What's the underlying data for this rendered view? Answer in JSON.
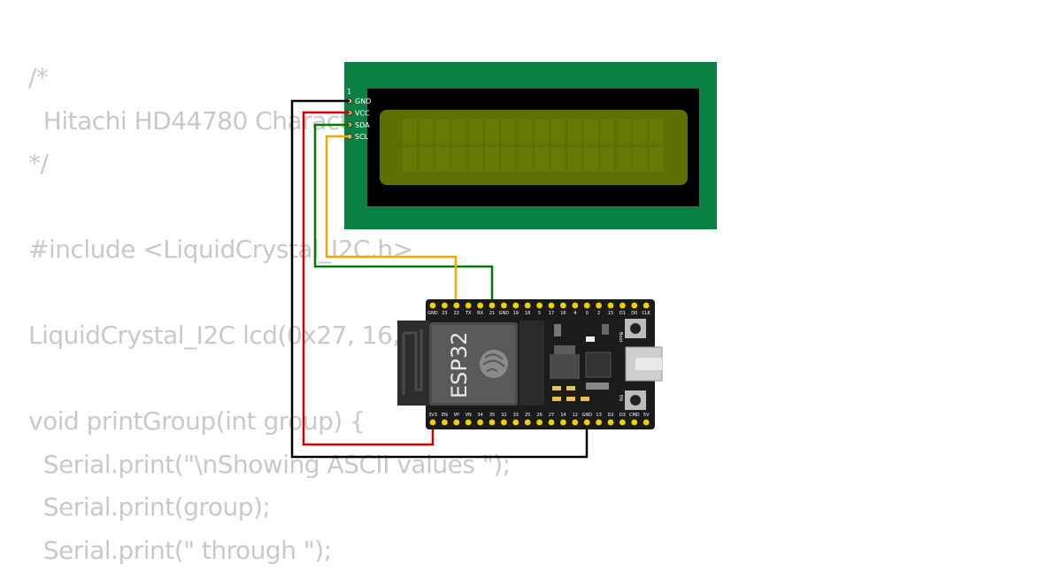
{
  "code_lines": [
    "/*",
    "  Hitachi HD44780 Character LCD Demo",
    "*/",
    "",
    "#include <LiquidCrystal_I2C.h>",
    "",
    "LiquidCrystal_I2C lcd(0x27, 16, 2);",
    "",
    "void printGroup(int group) {",
    "  Serial.print(\"\\nShowing ASCII values \");",
    "  Serial.print(group);",
    "  Serial.print(\" through \");"
  ],
  "lcd": {
    "pin1_label": "1",
    "pins": [
      "GND",
      "VCC",
      "SDA",
      "SCL"
    ],
    "colors": {
      "pcb": "#0a8043",
      "bezel": "#000000",
      "screen": "#5f6e05"
    }
  },
  "esp32": {
    "module_label": "ESP32",
    "top_pins": [
      "GND",
      "23",
      "22",
      "TX",
      "RX",
      "21",
      "GND",
      "19",
      "18",
      "5",
      "17",
      "16",
      "4",
      "0",
      "2",
      "15",
      "D1",
      "D0",
      "CLK"
    ],
    "bottom_pins": [
      "3V3",
      "EN",
      "VP",
      "VN",
      "34",
      "35",
      "32",
      "33",
      "25",
      "26",
      "27",
      "14",
      "12",
      "GND",
      "13",
      "D2",
      "D3",
      "CMD",
      "5V"
    ],
    "boot_label": "Boot",
    "en_label": "EN"
  },
  "wires": {
    "gnd_color": "#000000",
    "vcc_color": "#d40000",
    "sda_color": "#007a00",
    "scl_color": "#f5a900"
  }
}
